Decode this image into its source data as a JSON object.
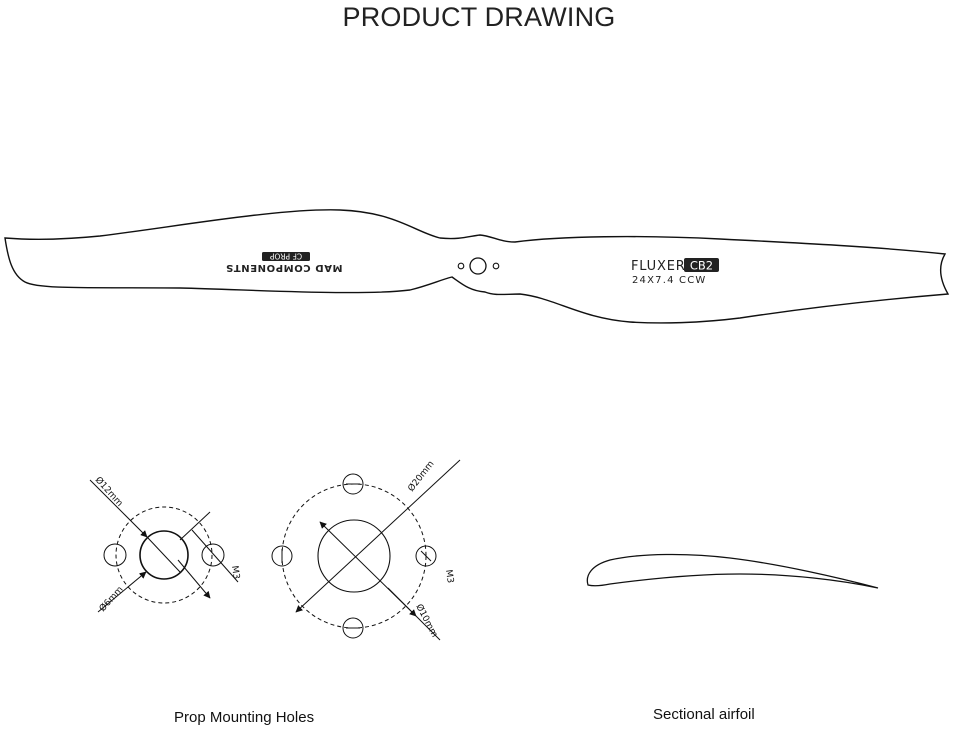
{
  "title": "PRODUCT DRAWING",
  "propeller": {
    "brand_name": "FLUXER",
    "brand_badge": "CB2",
    "model": "24X7.4 CCW",
    "maker_line1": "MAD COMPONENTS",
    "maker_badge": "CF PROP"
  },
  "mounting_small": {
    "bolt_circle": "Ø12mm",
    "center_hole": "Ø6mm",
    "screw": "M3"
  },
  "mounting_large": {
    "bolt_circle": "Ø20mm",
    "center_hole": "Ø10mm",
    "screw": "M3"
  },
  "captions": {
    "holes": "Prop Mounting Holes",
    "airfoil": "Sectional airfoil"
  }
}
